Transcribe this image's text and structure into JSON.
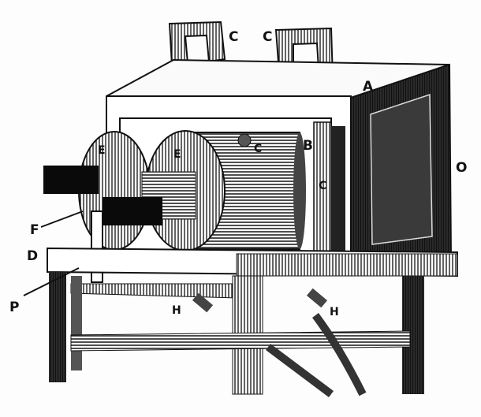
{
  "figure": {
    "labels": {
      "handle_left": "C",
      "handle_right": "C",
      "box": "A",
      "frame": "B",
      "drum_mark": "C",
      "frame_side": "C",
      "side_panel": "O",
      "disc_rear": "E",
      "disc_front": "E",
      "pointer": "F",
      "table": "D",
      "post": "P",
      "clamp_left": "H",
      "clamp_right": "H"
    },
    "colors": {
      "ink": "#111111",
      "paper": "#fdfdfd"
    }
  }
}
